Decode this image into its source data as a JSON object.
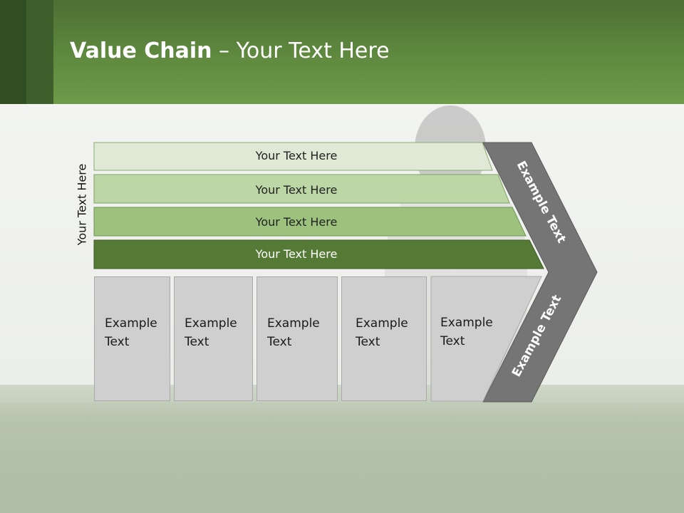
{
  "title": {
    "bold": "Value Chain",
    "rest": " – Your Text Here"
  },
  "side_label": "Your Text Here",
  "bars": [
    {
      "label": "Your Text Here",
      "color": "#dfe9d5"
    },
    {
      "label": "Your Text Here",
      "color": "#bcd6a6"
    },
    {
      "label": "Your Text Here",
      "color": "#9cc27e"
    },
    {
      "label": "Your Text Here",
      "color": "#557a35"
    }
  ],
  "boxes": [
    {
      "line1": "Example",
      "line2": "Text"
    },
    {
      "line1": "Example",
      "line2": "Text"
    },
    {
      "line1": "Example",
      "line2": "Text"
    },
    {
      "line1": "Example",
      "line2": "Text"
    },
    {
      "line1": "Example",
      "line2": "Text"
    }
  ],
  "chevron": {
    "upper_text": "Example Text",
    "lower_text": "Example Text",
    "color": "#757575"
  },
  "colors": {
    "header": "#5f8a3f",
    "box_fill": "#cfcfcf"
  }
}
